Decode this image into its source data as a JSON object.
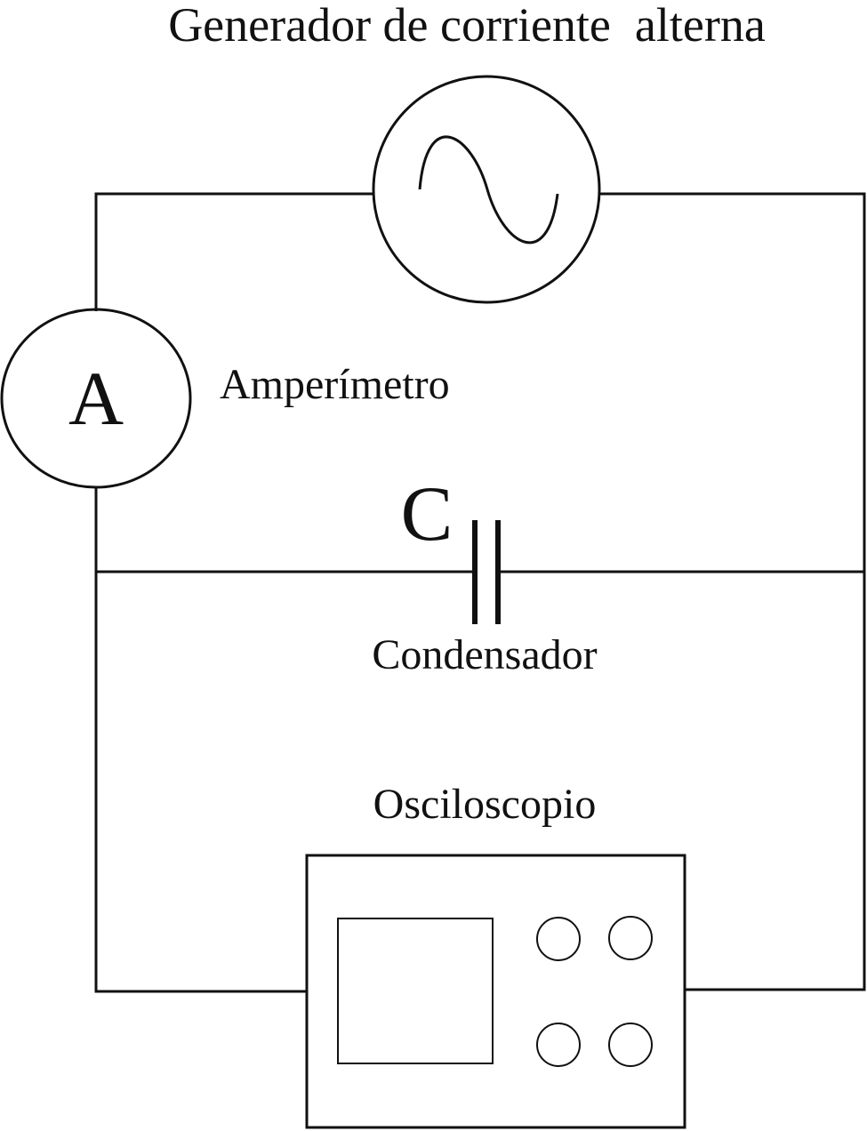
{
  "labels": {
    "generator": "Generador de corriente  alterna",
    "ammeter": "Amperímetro",
    "ammeter_symbol": "A",
    "capacitor_symbol": "C",
    "capacitor": "Condensador",
    "oscilloscope": "Osciloscopio"
  },
  "icons": {
    "generator": "ac-source-sine-icon",
    "ammeter": "ammeter-circle-icon",
    "capacitor": "capacitor-parallel-plates-icon",
    "oscilloscope": "oscilloscope-box-icon"
  },
  "colors": {
    "line": "#111111",
    "background": "#ffffff"
  }
}
